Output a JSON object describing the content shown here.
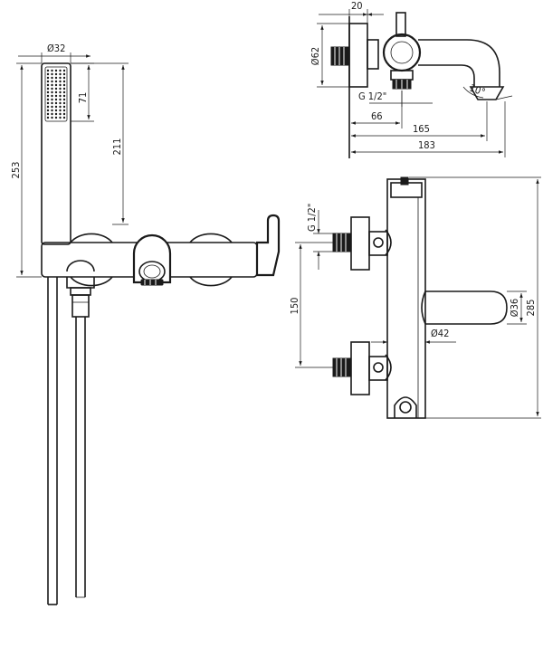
{
  "dimensions": {
    "front_view": {
      "head_diameter": "Ø32",
      "spray_face_height": "71",
      "holder_height": "211",
      "total_height": "253"
    },
    "side_view": {
      "wall_offset": "20",
      "rosette_diameter": "Ø62",
      "thread_size": "G 1/2\"",
      "spout_angle": "10°",
      "connection_depth": "66",
      "spout_reach": "165",
      "total_depth": "183"
    },
    "top_view": {
      "thread_size": "G 1/2\"",
      "connection_spacing": "150",
      "spout_diameter": "Ø36",
      "body_diameter": "Ø42",
      "body_length": "285"
    }
  },
  "colors": {
    "line": "#1a1a1a",
    "background": "#ffffff"
  }
}
